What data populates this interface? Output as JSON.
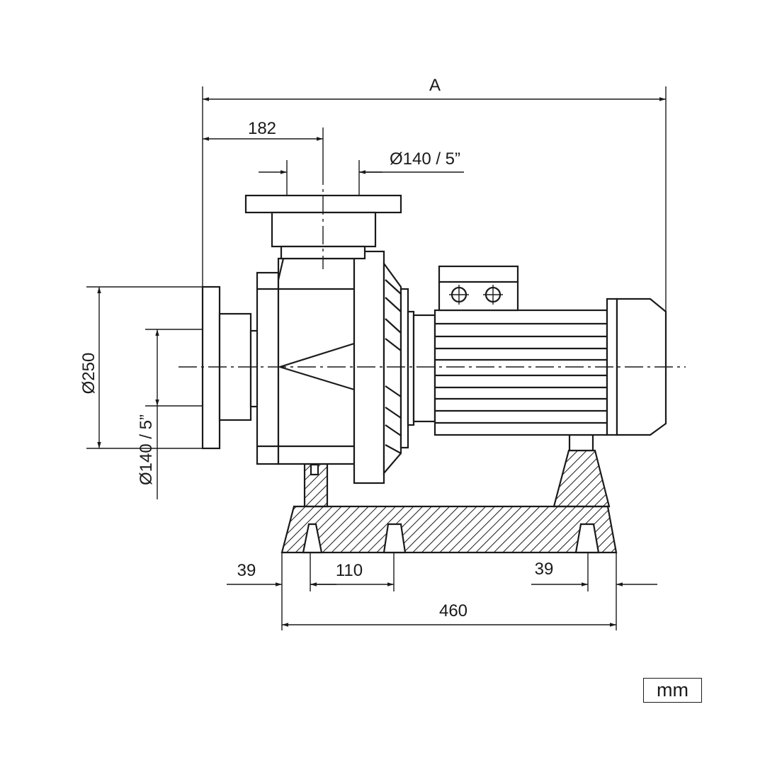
{
  "dimensions": {
    "overall_length": "A",
    "suction_offset": "182",
    "discharge_diameter": "Ø140 / 5”",
    "flange_diameter": "Ø250",
    "suction_diameter": "Ø140 / 5”",
    "left_foot_offset": "39",
    "foot_spacing": "110",
    "right_foot_offset": "39",
    "base_length": "460"
  },
  "unit_label": "mm"
}
